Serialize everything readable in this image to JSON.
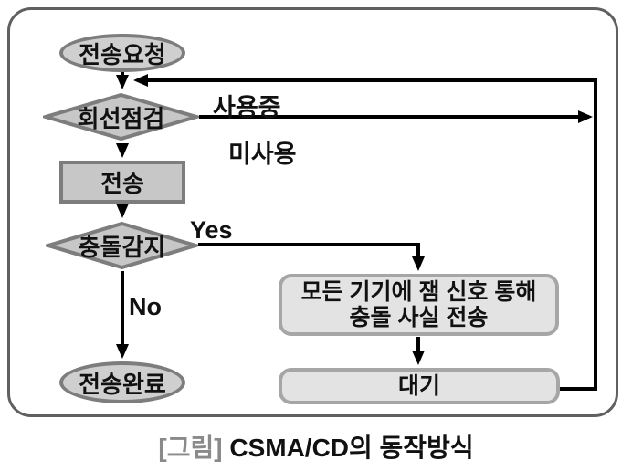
{
  "figure": {
    "caption_prefix": "[그림]",
    "caption_title": "CSMA/CD의 동작방식"
  },
  "flowchart": {
    "nodes": {
      "start": {
        "type": "terminator",
        "label": "전송요청"
      },
      "line_check": {
        "type": "decision",
        "label": "회선점검"
      },
      "transmit": {
        "type": "process",
        "label": "전송"
      },
      "collision_detect": {
        "type": "decision",
        "label": "충돌감지"
      },
      "jam_signal": {
        "type": "process",
        "line1": "모든 기기에 잼 신호 통해",
        "line2": "충돌 사실 전송"
      },
      "wait": {
        "type": "process",
        "label": "대기"
      },
      "complete": {
        "type": "terminator",
        "label": "전송완료"
      }
    },
    "edge_labels": {
      "busy": "사용중",
      "idle": "미사용",
      "yes": "Yes",
      "no": "No"
    }
  },
  "colors": {
    "node-fill": "#c7c7c7",
    "terminator-fill": "#cfcfcf",
    "node-border": "#7d7d7d",
    "soft-fill": "#e3e3e3",
    "soft-border": "#a6a6a6",
    "line": "#000000",
    "frame-border": "#606060",
    "caption-muted": "#8a8a8a",
    "text": "#111111"
  }
}
